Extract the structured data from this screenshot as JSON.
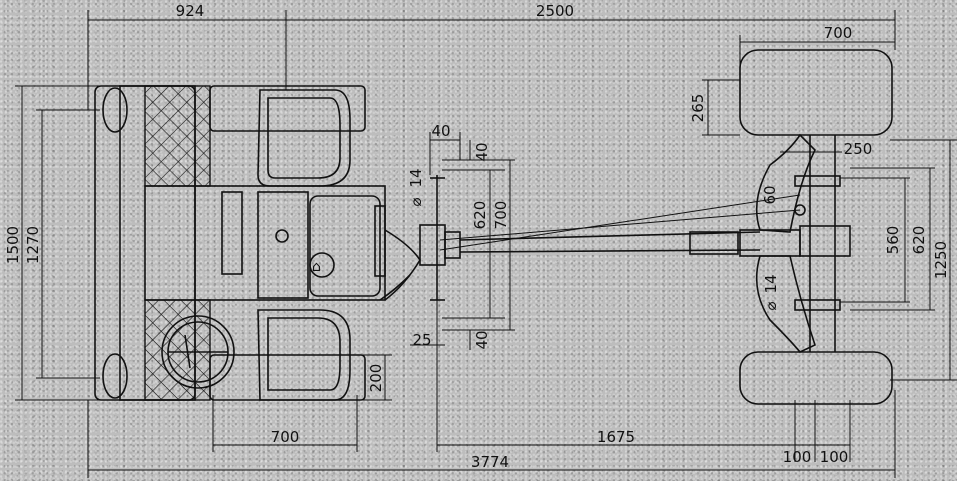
{
  "diagram": {
    "dimensions": {
      "top_left_width": "924",
      "top_wheelbase": "2500",
      "rear_track_width": "700",
      "rear_tire_height": "265",
      "rear_axle_offset": "250",
      "hitch_angle": "60",
      "axle_spacing_560": "560",
      "axle_spacing_620_right": "620",
      "overall_width_right": "1250",
      "coupling_40_top": "40",
      "pin_14_left": "14",
      "diameter_symbol": "⌀",
      "frame_620": "620",
      "frame_700": "700",
      "coupling_40_left": "40",
      "coupling_40_bottom": "40",
      "offset_25": "25",
      "pin_14_right": "14",
      "overall_height_left": "1500",
      "inner_height_left": "1270",
      "seat_height": "200",
      "seat_width": "700",
      "drawbar_length": "1675",
      "offset_100_left": "100",
      "offset_100_right": "100",
      "overall_length": "3774"
    }
  }
}
